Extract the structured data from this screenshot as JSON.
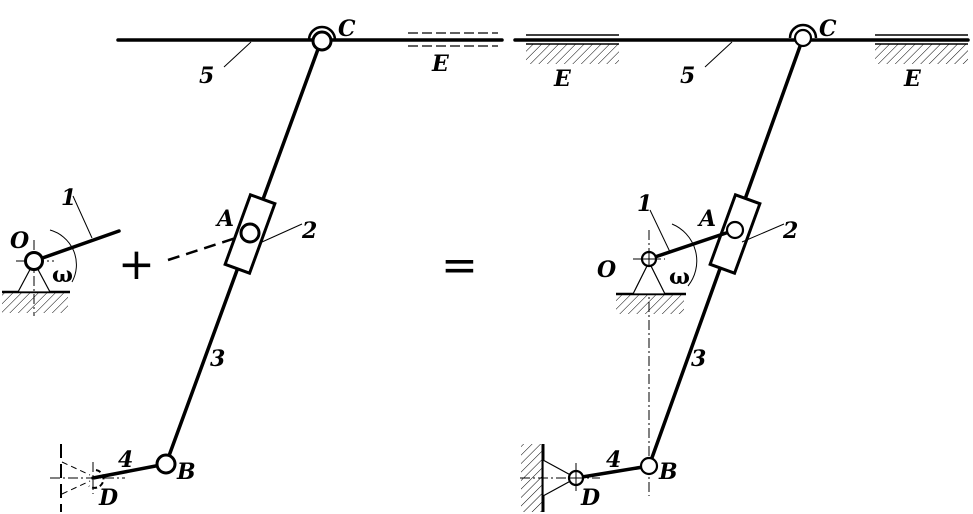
{
  "diagram": {
    "description": "Kinematic scheme decomposition: input crank group plus linkage group equals complete mechanism",
    "operators": {
      "plus": "+",
      "equals": "="
    },
    "left_group_driver": {
      "pivot_label": "O",
      "link_label": "1",
      "angular_velocity_label": "ω"
    },
    "left_group_linkage": {
      "labels": {
        "C": "C",
        "E": "E",
        "link5": "5",
        "A": "A",
        "link2": "2",
        "link3": "3",
        "link4": "4",
        "B": "B",
        "D": "D"
      }
    },
    "right_mechanism": {
      "labels": {
        "C": "C",
        "E_left": "E",
        "E_right": "E",
        "link5": "5",
        "link1": "1",
        "A": "A",
        "link2": "2",
        "O": "O",
        "omega": "ω",
        "link3": "3",
        "link4": "4",
        "B": "B",
        "D": "D"
      }
    }
  }
}
